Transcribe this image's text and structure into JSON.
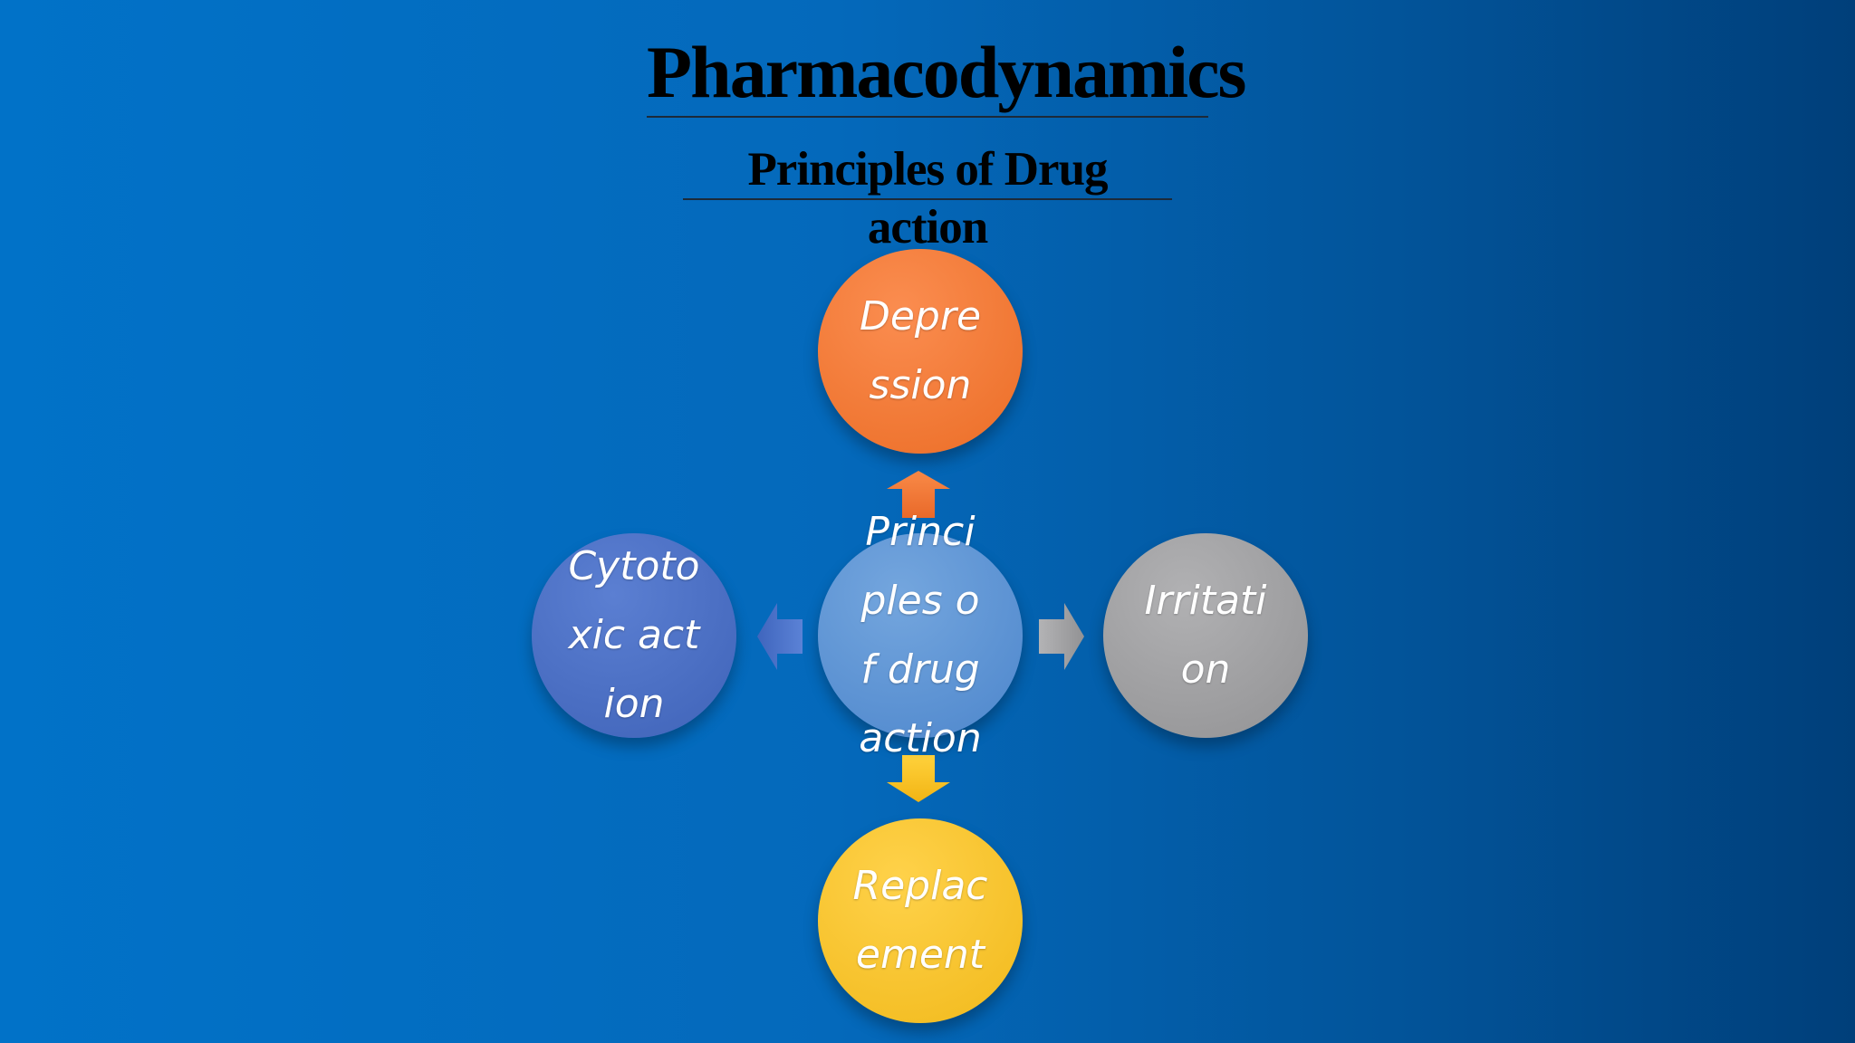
{
  "slide": {
    "title": "Pharmacodynamics",
    "subtitle": "Principles of Drug action"
  },
  "diagram": {
    "center": {
      "label": "Principles of drug action",
      "color": "#5b93d6"
    },
    "nodes": {
      "top": {
        "label": "Depression",
        "color": "#f37c3c"
      },
      "right": {
        "label": "Irritation",
        "color": "#a3a3a5"
      },
      "bottom": {
        "label": "Replacement",
        "color": "#f9c52c"
      },
      "left": {
        "label": "Cytotoxic action",
        "color": "#4a6fc6"
      }
    },
    "arrows": {
      "up": {
        "icon": "arrow-up-icon",
        "color": "#f37c3c"
      },
      "right": {
        "icon": "arrow-right-icon",
        "color": "#9d9d9f"
      },
      "down": {
        "icon": "arrow-down-icon",
        "color": "#f5bd17"
      },
      "left": {
        "icon": "arrow-left-icon",
        "color": "#4a72cc"
      }
    },
    "background": {
      "left": "#0172c8",
      "right": "#003f7a"
    }
  }
}
